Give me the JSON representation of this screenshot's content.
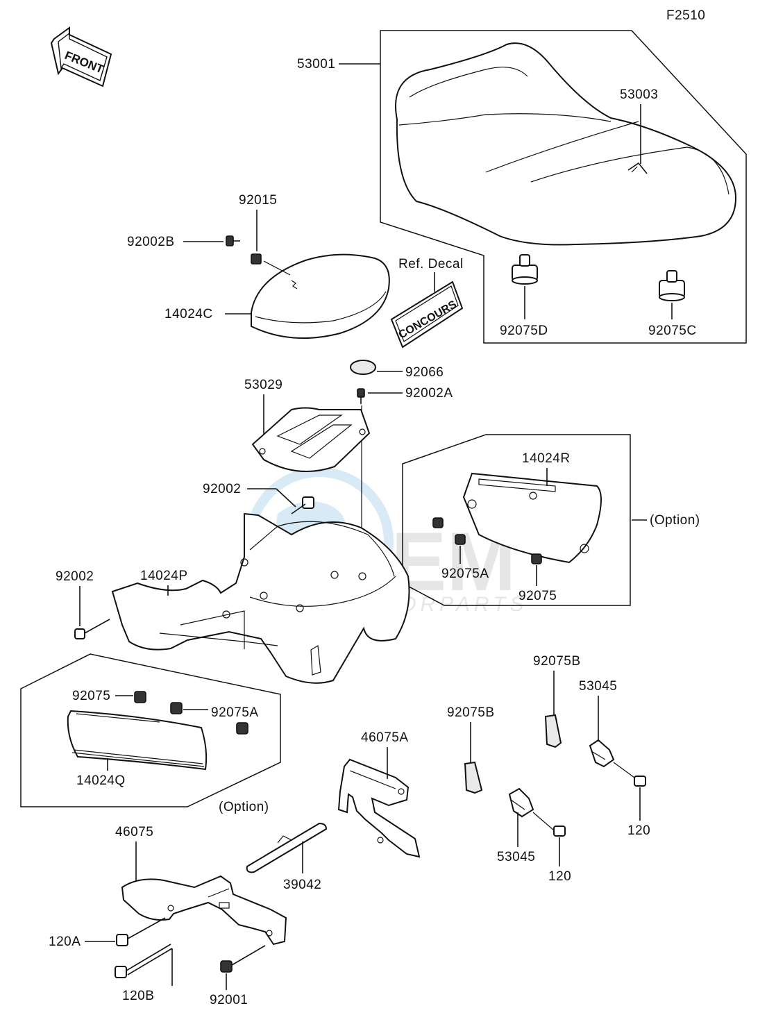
{
  "diagram": {
    "figure_code": "F2510",
    "front_arrow_text": "FRONT",
    "watermark": {
      "brand": "OEM",
      "sub": "MOTORPARTS"
    },
    "decal_text": "CONCOURS",
    "callouts": {
      "c53001": "53001",
      "c53003": "53003",
      "c92015": "92015",
      "c92002B": "92002B",
      "c14024C": "14024C",
      "ref_decal": "Ref. Decal",
      "c92075D": "92075D",
      "c92075C": "92075C",
      "c92066": "92066",
      "c92002A": "92002A",
      "c53029": "53029",
      "c14024R": "14024R",
      "option_right": "(Option)",
      "c92002_upper": "92002",
      "c92075A_right": "92075A",
      "c92075_right": "92075",
      "c14024P": "14024P",
      "c92002_left": "92002",
      "c92075_left": "92075",
      "c92075A_left": "92075A",
      "c14024Q": "14024Q",
      "option_left": "(Option)",
      "c92075B_right": "92075B",
      "c53045_right": "53045",
      "c92075B_mid": "92075B",
      "c46075A": "46075A",
      "c120_right": "120",
      "c53045_mid": "53045",
      "c120_mid": "120",
      "c46075": "46075",
      "c39042": "39042",
      "c120A": "120A",
      "c120B": "120B",
      "c92001": "92001"
    }
  }
}
